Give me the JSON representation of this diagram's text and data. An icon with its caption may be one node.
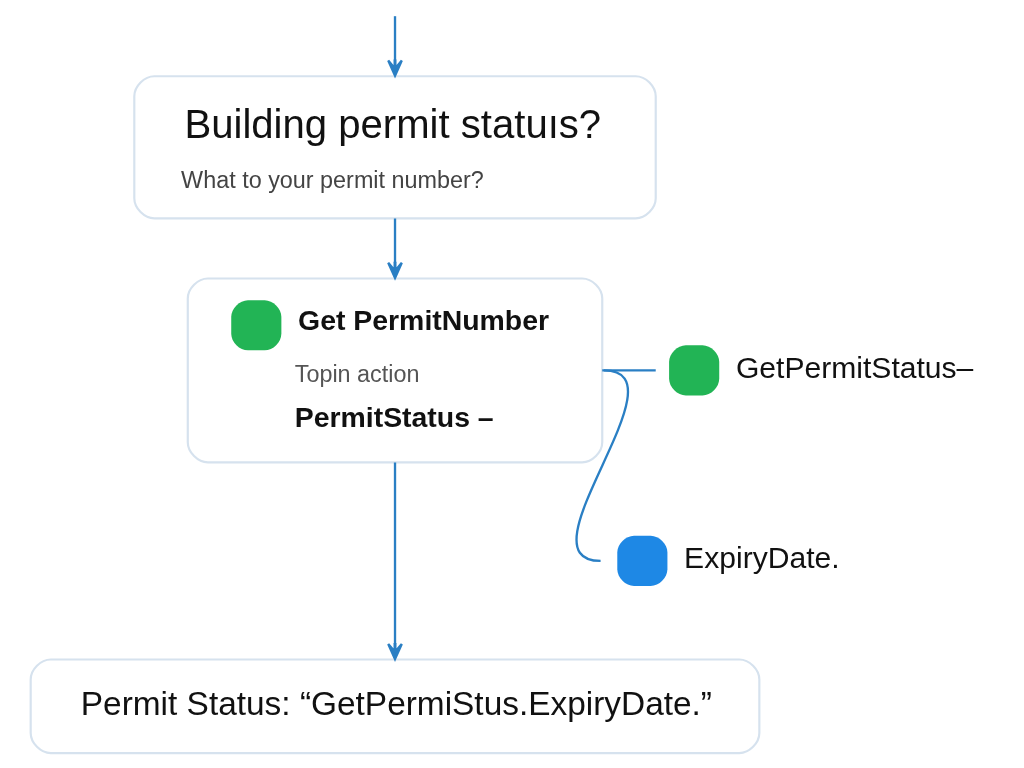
{
  "diagram": {
    "nodes": [
      {
        "text": [
          "Building permit statuıs?",
          "What to your permit number?"
        ]
      },
      {
        "text": [
          "Get PermitNumber",
          "Topin action",
          "PermitStatus –"
        ]
      },
      {
        "text": [
          "GetPermitStatus–"
        ]
      },
      {
        "text": [
          "ExpiryDate."
        ]
      },
      {
        "text": [
          "Permit Status: “GetPermiStus.ExpiryDate.”"
        ]
      }
    ],
    "edges": [
      {
        "from": null,
        "to": 0,
        "arrow": "to"
      },
      {
        "from": 0,
        "to": 1,
        "arrow": "to"
      },
      {
        "from": 1,
        "to": 2,
        "arrow": "none"
      },
      {
        "from": 1,
        "to": 3,
        "arrow": "none"
      },
      {
        "from": 1,
        "to": 4,
        "arrow": "to"
      }
    ]
  }
}
